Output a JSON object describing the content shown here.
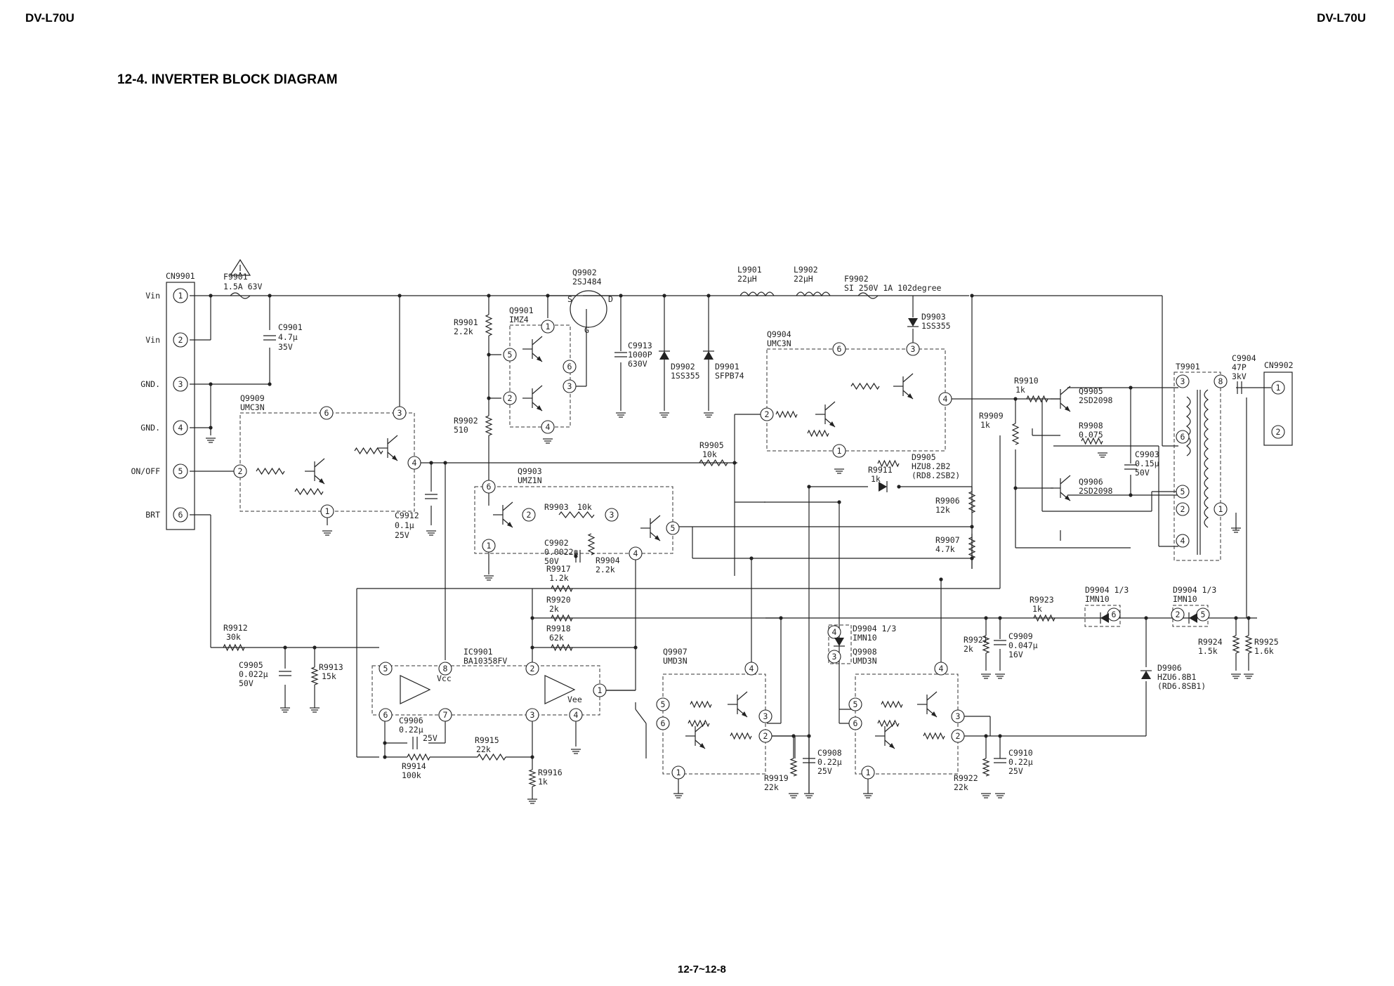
{
  "header": {
    "left": "DV-L70U",
    "right": "DV-L70U"
  },
  "title": "12-4. INVERTER BLOCK DIAGRAM",
  "footer": "12-7~12-8",
  "diagram": {
    "cn9901": {
      "ref": "CN9901",
      "pins": [
        {
          "num": "1",
          "label": "Vin"
        },
        {
          "num": "2",
          "label": "Vin"
        },
        {
          "num": "3",
          "label": "GND."
        },
        {
          "num": "4",
          "label": "GND."
        },
        {
          "num": "5",
          "label": "ON/OFF"
        },
        {
          "num": "6",
          "label": "BRT"
        }
      ]
    },
    "f9901": {
      "ref": "F9901",
      "value": "1.5A 63V"
    },
    "c9901": {
      "ref": "C9901",
      "v1": "4.7μ",
      "v2": "35V"
    },
    "q9909": {
      "ref": "Q9909",
      "part": "UMC3N"
    },
    "c9912": {
      "ref": "C9912",
      "v1": "0.1μ",
      "v2": "25V"
    },
    "r9901": {
      "ref": "R9901",
      "value": "2.2k"
    },
    "q9901": {
      "ref": "Q9901",
      "part": "IMZ4"
    },
    "r9902": {
      "ref": "R9902",
      "value": "510"
    },
    "q9902": {
      "ref": "Q9902",
      "part": "2SJ484",
      "s": "S",
      "d": "D",
      "g": "G"
    },
    "c9913": {
      "ref": "C9913",
      "v1": "1000P",
      "v2": "630V"
    },
    "d9902": {
      "ref": "D9902",
      "part": "1SS355"
    },
    "d9901": {
      "ref": "D9901",
      "part": "SFPB74"
    },
    "l9901": {
      "ref": "L9901",
      "value": "22μH"
    },
    "l9902": {
      "ref": "L9902",
      "value": "22μH"
    },
    "f9902": {
      "ref": "F9902",
      "value": "SI 250V 1A 102degree"
    },
    "d9903": {
      "ref": "D9903",
      "part": "1SS355"
    },
    "q9904": {
      "ref": "Q9904",
      "part": "UMC3N"
    },
    "r9905": {
      "ref": "R9905",
      "value": "10k"
    },
    "q9903": {
      "ref": "Q9903",
      "part": "UMZ1N"
    },
    "r9903": {
      "ref": "R9903",
      "value": "10k"
    },
    "c9902": {
      "ref": "C9902",
      "v1": "0.0022μ",
      "v2": "50V"
    },
    "r9904": {
      "ref": "R9904",
      "value": "2.2k"
    },
    "r9911": {
      "ref": "R9911",
      "value": "1k"
    },
    "d9905": {
      "ref": "D9905",
      "part": "HZU8.2B2",
      "alt": "(RD8.2SB2)"
    },
    "r9906": {
      "ref": "R9906",
      "value": "12k"
    },
    "r9907": {
      "ref": "R9907",
      "value": "4.7k"
    },
    "r9910": {
      "ref": "R9910",
      "value": "1k"
    },
    "r9909": {
      "ref": "R9909",
      "value": "1k"
    },
    "q9905": {
      "ref": "Q9905",
      "part": "2SD2098"
    },
    "r9908": {
      "ref": "R9908",
      "value": "0.075"
    },
    "q9906": {
      "ref": "Q9906",
      "part": "2SD2098"
    },
    "c9903": {
      "ref": "C9903",
      "v1": "0.15μ",
      "v2": "50V"
    },
    "t9901": {
      "ref": "T9901"
    },
    "c9904": {
      "ref": "C9904",
      "v1": "47P",
      "v2": "3kV"
    },
    "cn9902": {
      "ref": "CN9902"
    },
    "r9917": {
      "ref": "R9917",
      "value": "1.2k"
    },
    "r9920": {
      "ref": "R9920",
      "value": "2k"
    },
    "r9918": {
      "ref": "R9918",
      "value": "62k"
    },
    "r9912": {
      "ref": "R9912",
      "value": "30k"
    },
    "c9905": {
      "ref": "C9905",
      "v1": "0.022μ",
      "v2": "50V"
    },
    "r9913": {
      "ref": "R9913",
      "value": "15k"
    },
    "ic9901": {
      "ref": "IC9901",
      "part": "BA10358FV",
      "vcc": "Vcc",
      "vee": "Vee"
    },
    "c9906": {
      "ref": "C9906",
      "v1": "0.22μ",
      "v2": "25V"
    },
    "r9915": {
      "ref": "R9915",
      "value": "22k"
    },
    "r9914": {
      "ref": "R9914",
      "value": "100k"
    },
    "r9916": {
      "ref": "R9916",
      "value": "1k"
    },
    "q9907": {
      "ref": "Q9907",
      "part": "UMD3N"
    },
    "r9919": {
      "ref": "R9919",
      "value": "22k"
    },
    "c9908": {
      "ref": "C9908",
      "v1": "0.22μ",
      "v2": "25V"
    },
    "d9904a": {
      "ref": "D9904 1/3",
      "part": "IMN10"
    },
    "q9908": {
      "ref": "Q9908",
      "part": "UMD3N"
    },
    "r9922": {
      "ref": "R9922",
      "value": "22k"
    },
    "c9910": {
      "ref": "C9910",
      "v1": "0.22μ",
      "v2": "25V"
    },
    "r9921": {
      "ref": "R9921",
      "value": "2k"
    },
    "c9909": {
      "ref": "C9909",
      "v1": "0.047μ",
      "v2": "16V"
    },
    "r9923": {
      "ref": "R9923",
      "value": "1k"
    },
    "d9904b": {
      "ref": "D9904 1/3",
      "part": "IMN10"
    },
    "d9904c": {
      "ref": "D9904 1/3",
      "part": "IMN10"
    },
    "d9906": {
      "ref": "D9906",
      "part": "HZU6.8B1",
      "alt": "(RD6.8SB1)"
    },
    "r9924": {
      "ref": "R9924",
      "value": "1.5k"
    },
    "r9925": {
      "ref": "R9925",
      "value": "1.6k"
    },
    "warning_icon": "warning-triangle-icon"
  }
}
